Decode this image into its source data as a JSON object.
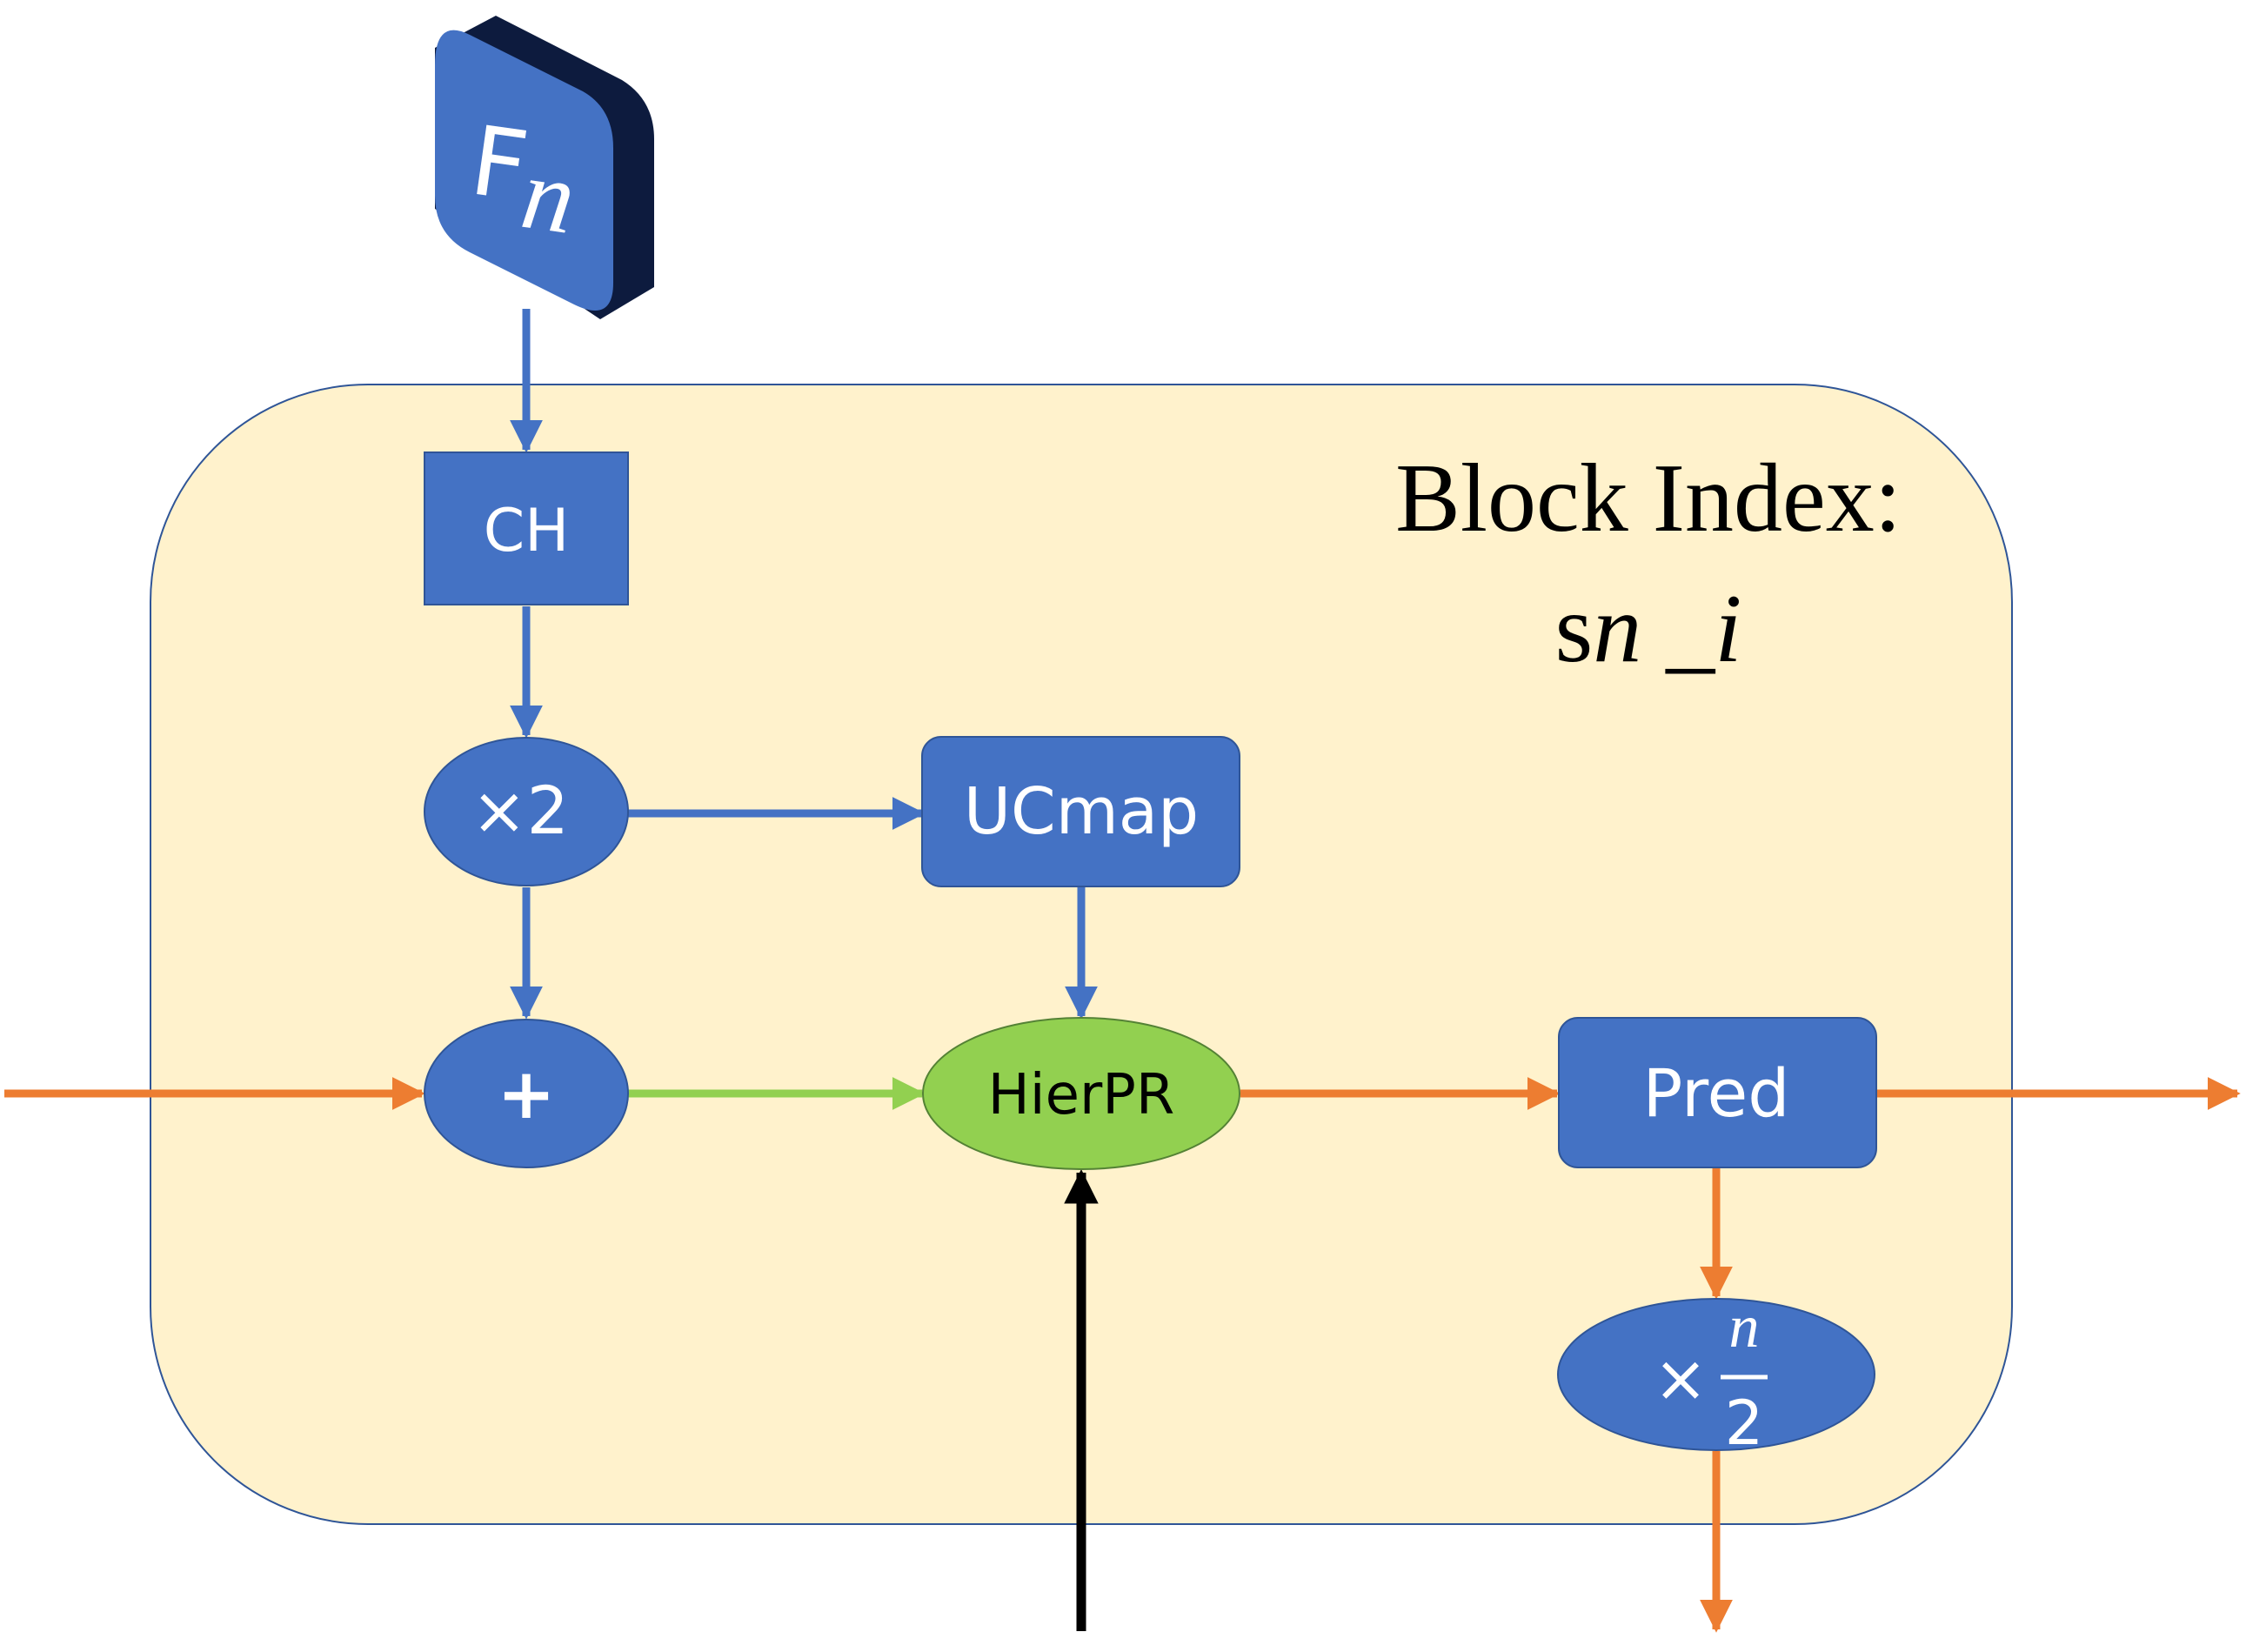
{
  "colors": {
    "block_fill": "#FFF2CC",
    "block_stroke": "#2F5597",
    "node_blue": "#4472C4",
    "node_blue_stroke": "#2F5597",
    "node_green": "#92D050",
    "node_green_stroke": "#548235",
    "arrow_blue": "#4472C4",
    "arrow_orange": "#ED7D31",
    "arrow_green": "#92D050",
    "arrow_black": "#000000",
    "tile_dark": "#0D1B3E"
  },
  "block": {
    "title_line1": "Block Index:",
    "title_line2_prefix": "s",
    "title_line2_var": "n",
    "title_line2_suffix": " _",
    "title_line2_index": "i"
  },
  "nodes": {
    "input_tile": {
      "label_main": "F",
      "label_sub": "n"
    },
    "ch": {
      "label": "CH"
    },
    "times2": {
      "label": "×2"
    },
    "ucmap": {
      "label": "UCmap"
    },
    "plus": {
      "label": "+"
    },
    "hierpr": {
      "label": "HierPR"
    },
    "pred": {
      "label": "Pred"
    },
    "times_n_half": {
      "label_times": "×",
      "label_num": "n",
      "label_den": "2"
    }
  }
}
